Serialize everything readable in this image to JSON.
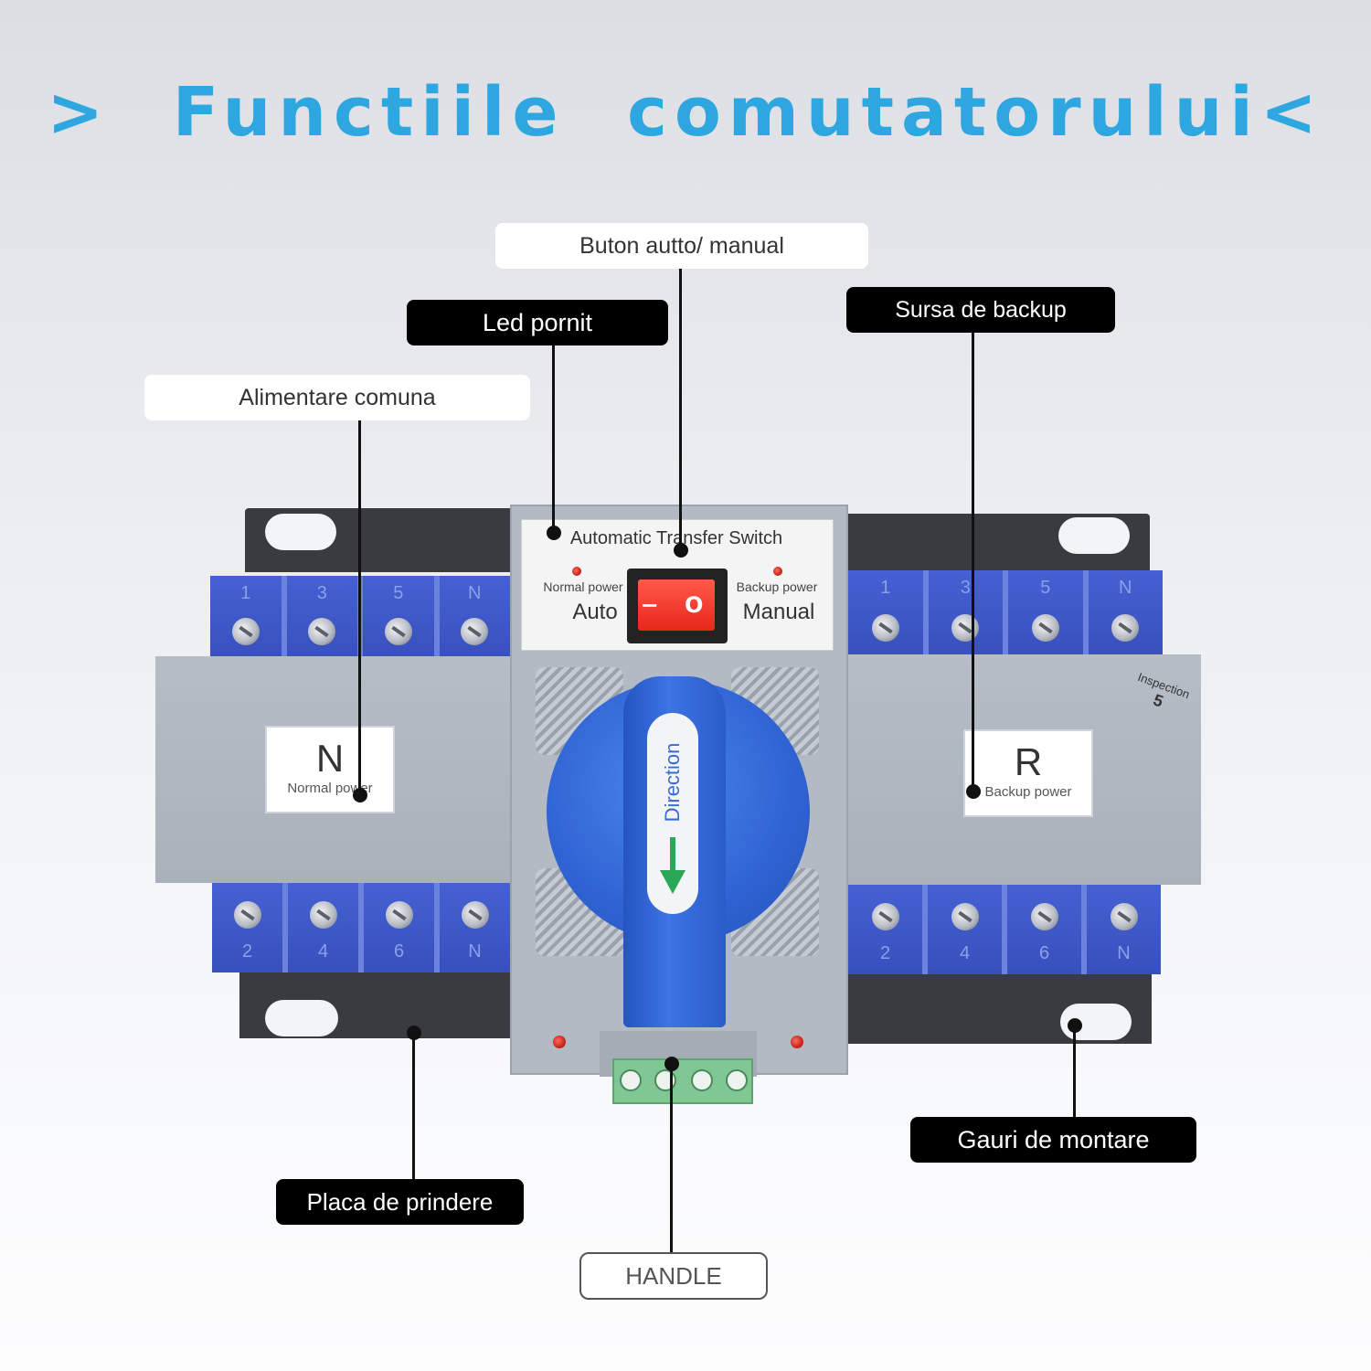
{
  "title": ">  Functiile  comutatorului<",
  "callouts": {
    "buton_auto_manual": "Buton autto/ manual",
    "led_pornit": "Led pornit",
    "sursa_backup": "Sursa de backup",
    "alimentare_comuna": "Alimentare comuna",
    "gauri_montare": "Gauri de montare",
    "placa_prindere": "Placa de prindere",
    "handle": "HANDLE"
  },
  "device": {
    "panel_title": "Automatic Transfer Switch",
    "normal_power": "Normal power",
    "backup_power": "Backup power",
    "auto": "Auto",
    "manual": "Manual",
    "rocker_symbols": "− O",
    "handle_text": "Direction",
    "left_letter": "N",
    "left_sub": "Normal power",
    "right_letter": "R",
    "right_sub": "Backup power",
    "inspection": "Inspection",
    "inspection_num": "5",
    "top_terminal_labels": [
      "1",
      "3",
      "5",
      "N"
    ],
    "bottom_terminal_labels": [
      "2",
      "4",
      "6",
      "N"
    ]
  },
  "colors": {
    "title": "#2ea7e0",
    "terminal_blue": "#3e58c6",
    "handle_blue": "#2f63d3",
    "rocker_red": "#e8261a"
  }
}
